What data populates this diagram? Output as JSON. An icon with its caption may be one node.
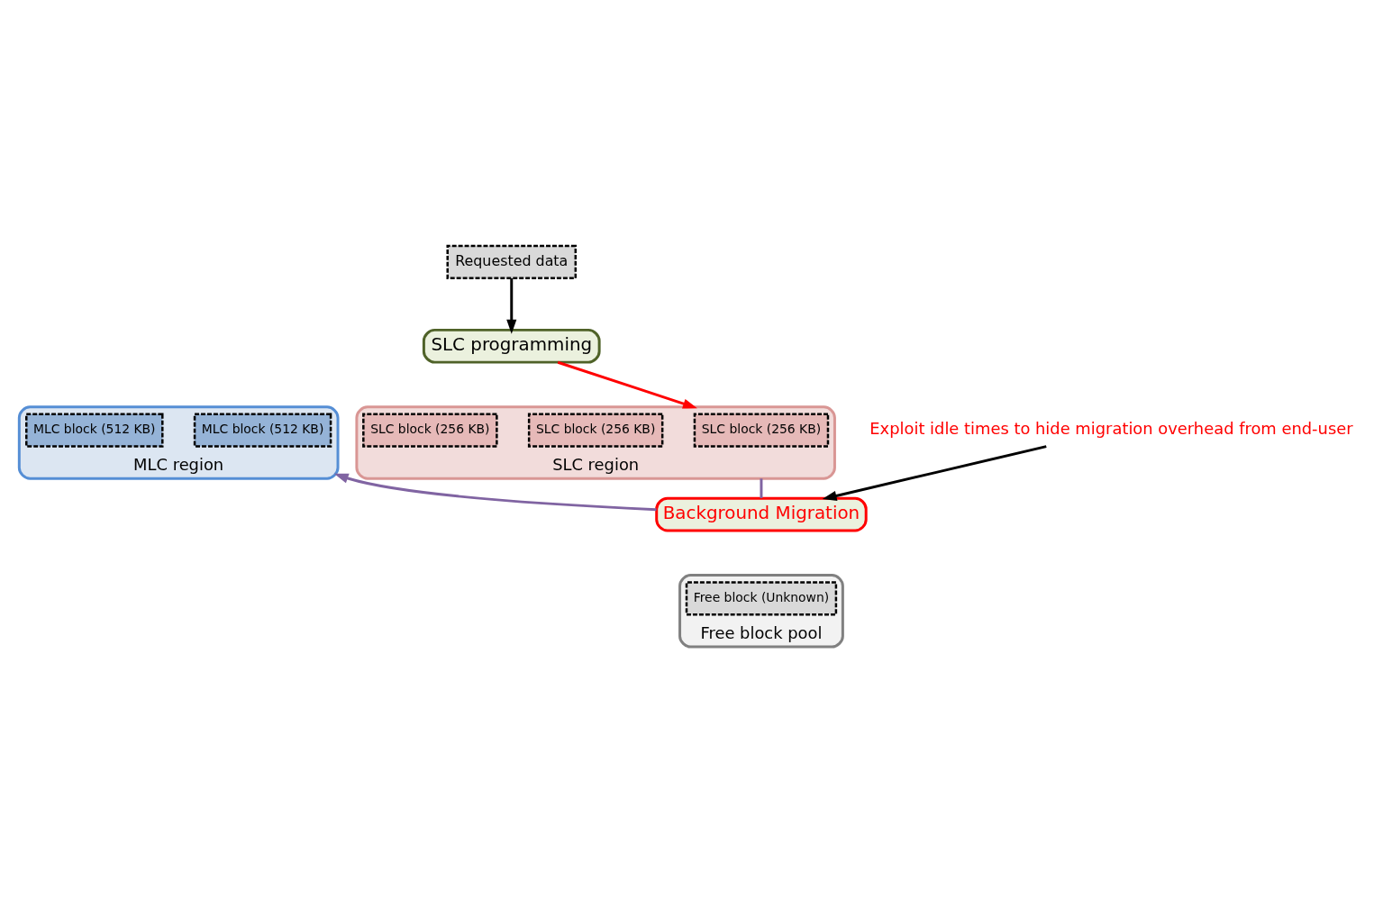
{
  "diagram": {
    "nodes": [
      {
        "text": [
          "Requested data"
        ]
      },
      {
        "text": [
          "SLC programming"
        ]
      },
      {
        "text": [
          "MLC region"
        ]
      },
      {
        "text": [
          "MLC block (512 KB)"
        ],
        "in": 2
      },
      {
        "text": [
          "MLC block (512 KB)"
        ],
        "in": 2
      },
      {
        "text": [
          "SLC region"
        ]
      },
      {
        "text": [
          "SLC block (256 KB)"
        ],
        "in": 5
      },
      {
        "text": [
          "SLC block (256 KB)"
        ],
        "in": 5
      },
      {
        "text": [
          "SLC block (256 KB)"
        ],
        "in": 5
      },
      {
        "text": [
          "Background Migration"
        ]
      },
      {
        "text": [
          "Exploit idle times to hide migration overhead from end-user"
        ]
      },
      {
        "text": [
          "Free block pool"
        ]
      },
      {
        "text": [
          "Free block (Unknown)"
        ],
        "in": 11
      }
    ],
    "edges": [
      {
        "from": 0,
        "to": 1,
        "arrow": "to"
      },
      {
        "from": 1,
        "to": 5,
        "arrow": "to",
        "color": "#ff0000"
      },
      {
        "from": 5,
        "to": 9,
        "arrow": "none",
        "color": "#8064a2"
      },
      {
        "from": 9,
        "to": 2,
        "arrow": "to",
        "color": "#8064a2"
      },
      {
        "from": 10,
        "to": 9,
        "arrow": "to"
      }
    ]
  }
}
